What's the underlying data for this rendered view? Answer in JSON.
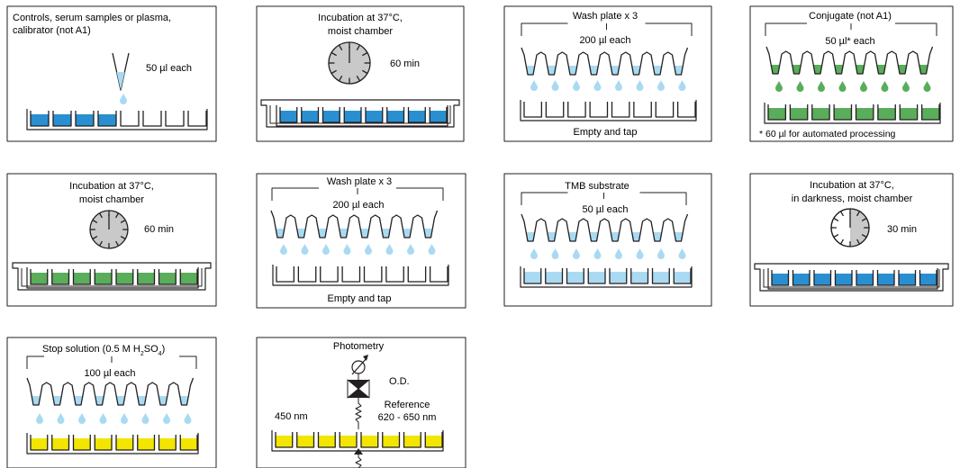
{
  "colors": {
    "blue": "#2a8fd0",
    "light_blue": "#a9daf2",
    "green": "#5aad5a",
    "yellow": "#f2e600",
    "clock_face": "#c9c9c9",
    "stroke": "#231f20"
  },
  "panels": {
    "p1": {
      "text_line1": "Controls, serum samples or plasma,",
      "text_line2": "calibrator (not A1)",
      "volume": "50 µl each"
    },
    "p2": {
      "text_line1": "Incubation at 37°C,",
      "text_line2": "moist chamber",
      "time": "60 min"
    },
    "p3": {
      "title": "Wash plate x 3",
      "volume": "200 µl each",
      "footer": "Empty and tap"
    },
    "p4": {
      "title": "Conjugate  (not A1)",
      "volume": "50 µl* each",
      "footnote": "* 60 µl for automated processing"
    },
    "p5": {
      "text_line1": "Incubation at 37°C,",
      "text_line2": "moist chamber",
      "time": "60 min"
    },
    "p6": {
      "title": "Wash plate x 3",
      "volume": "200 µl each",
      "footer": "Empty and tap"
    },
    "p7": {
      "title": "TMB substrate",
      "volume": "50 µl each"
    },
    "p8": {
      "text_line1": "Incubation at 37°C,",
      "text_line2": "in darkness, moist chamber",
      "time": "30 min"
    },
    "p9": {
      "title_main": "Stop solution (0.5 M H",
      "title_sub1": "2",
      "title_mid": "SO",
      "title_sub2": "4",
      "title_end": ")",
      "volume": "100 µl each"
    },
    "p10": {
      "title": "Photometry",
      "od": "O.D.",
      "wavelength": "450 nm",
      "reference_label": "Reference",
      "reference_range": "620 - 650 nm"
    }
  }
}
